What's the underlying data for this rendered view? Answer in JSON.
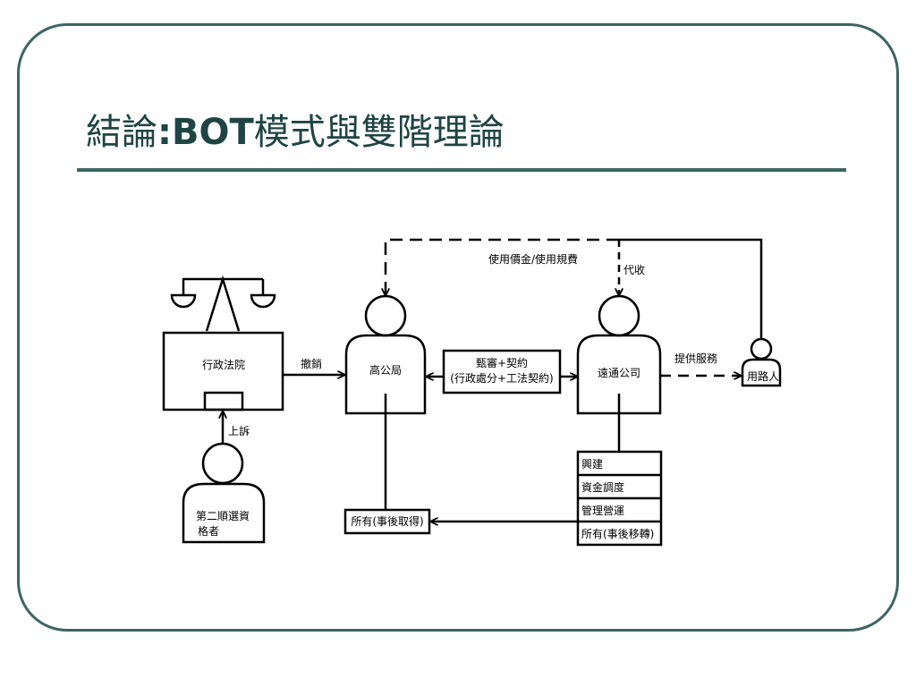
{
  "title": {
    "main": "結論",
    "sep": ":",
    "strong": "BOT",
    "rest": "模式與雙階理論"
  },
  "nodes": {
    "admin_court": "行政法院",
    "high_bureau": "高公局",
    "far_east": "遠通公司",
    "road_user": "用路人",
    "second_candidate_line1": "第二順選資",
    "second_candidate_line2": "格者",
    "ownership_after": "所有(事後取得)",
    "award_line1": "甄審+契約",
    "award_line2": "(行政處分+工法契約)"
  },
  "edges": {
    "revoke": "撤銷",
    "appeal": "上訴",
    "usage_fee": "使用價金/使用規費",
    "collect": "代收",
    "provide_service": "提供服務"
  },
  "duties": [
    "興建",
    "資金調度",
    "管理營運",
    "所有(事後移轉)"
  ]
}
